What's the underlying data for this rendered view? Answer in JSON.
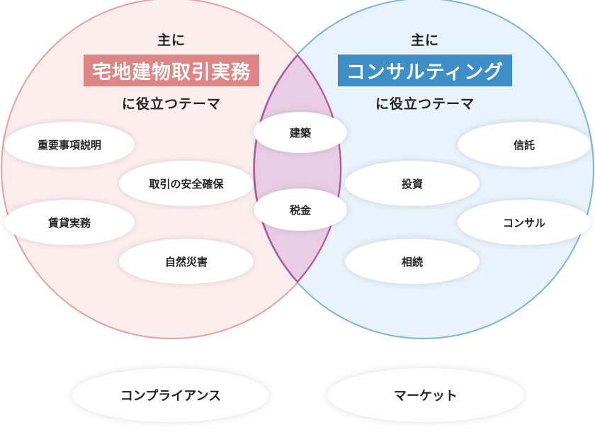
{
  "left_group": {
    "top": "主に",
    "banner": "宅地建物取引実務",
    "bottom": "に役立つテーマ",
    "banner_color": "#e08585",
    "circle_fill": "#fdeeee",
    "circle_stroke": "#e8a0a0"
  },
  "right_group": {
    "top": "主に",
    "banner": "コンサルティング",
    "bottom": "に役立つテーマ",
    "banner_color": "#3e8fc8",
    "circle_fill": "#e8f3fb",
    "circle_stroke": "#7fb3d8"
  },
  "overlap": {
    "fill": "#e8cde5",
    "stroke": "#b8529b"
  },
  "topics": {
    "left": [
      "重要事項説明",
      "取引の安全確保",
      "賃貸実務",
      "自然災害"
    ],
    "middle": [
      "建築",
      "税金"
    ],
    "right": [
      "信託",
      "投資",
      "コンサル",
      "相続"
    ],
    "outside": [
      "コンプライアンス",
      "マーケット"
    ]
  }
}
